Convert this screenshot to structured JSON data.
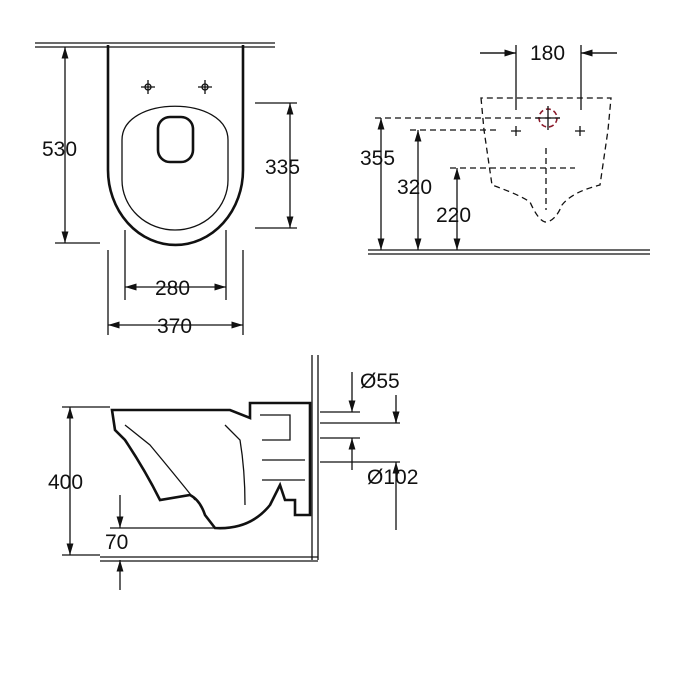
{
  "top_view": {
    "dim_length": "530",
    "dim_seat_length": "335",
    "dim_inner_width": "280",
    "dim_width": "370"
  },
  "wall_view": {
    "dim_fix_spacing": "180",
    "dim_height_1": "355",
    "dim_height_2": "320",
    "dim_height_3": "220"
  },
  "side_view": {
    "dim_inlet": "Ø55",
    "dim_height": "400",
    "dim_outlet": "Ø102",
    "dim_outlet_height": "70"
  },
  "colors": {
    "line": "#111111",
    "highlight": "#8b1a2b"
  }
}
